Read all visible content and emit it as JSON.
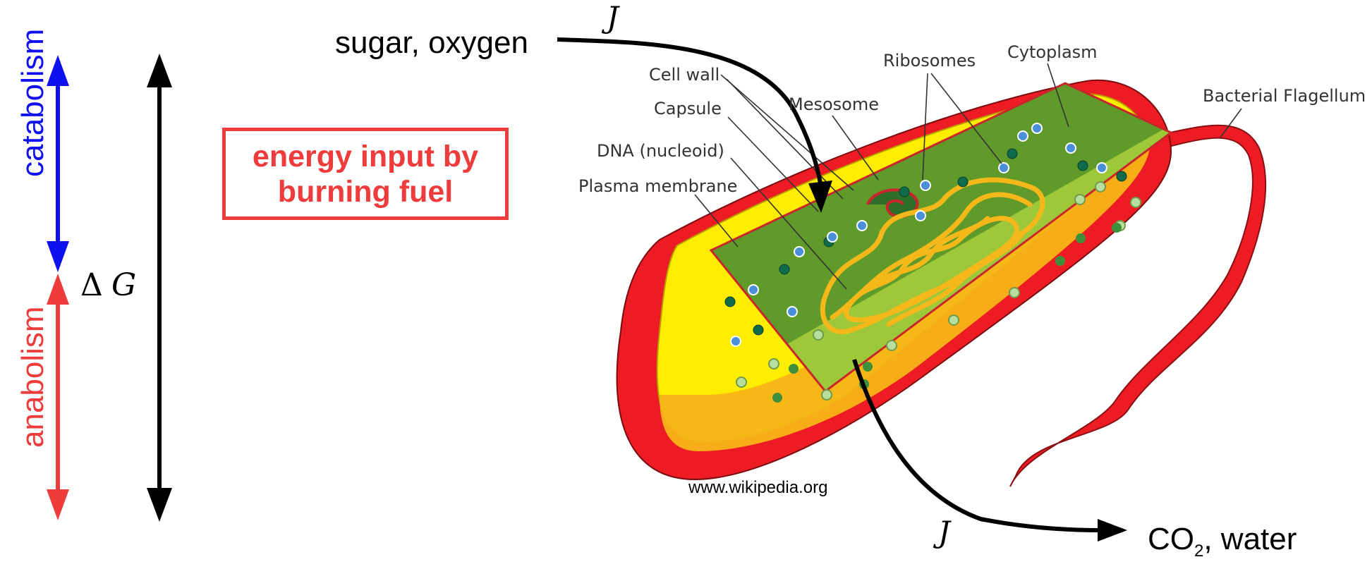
{
  "left_axis": {
    "catabolism_label": "catabolism",
    "anabolism_label": "anabolism",
    "delta_g_symbol": "Δ",
    "delta_g_var": "G",
    "colors": {
      "catabolism": "#1010ee",
      "anabolism": "#ee3b3b",
      "delta_g": "#000000"
    }
  },
  "energy_box": {
    "text": "energy input by\nburning fuel",
    "color": "#ee3b3b"
  },
  "flux": {
    "input_label": "sugar, oxygen",
    "input_flux_symbol": "J",
    "output_flux_symbol": "J",
    "output_label_prefix": "CO",
    "output_label_subscript": "2",
    "output_label_suffix": ", water"
  },
  "bacterium": {
    "labels": {
      "cell_wall": "Cell wall",
      "capsule": "Capsule",
      "dna": "DNA (nucleoid)",
      "plasma_membrane": "Plasma membrane",
      "mesosome": "Mesosome",
      "ribosomes": "Ribosomes",
      "cytoplasm": "Cytoplasm",
      "flagellum": "Bacterial Flagellum"
    },
    "colors": {
      "capsule": "#ed1c24",
      "cell_wall": "#ffed00",
      "cytoplasm_dark": "#5f9a2b",
      "cytoplasm_light": "#9cc83a",
      "dna": "#f5b81a",
      "ribosome": "#4a90d9"
    }
  },
  "credit": "www.wikipedia.org"
}
